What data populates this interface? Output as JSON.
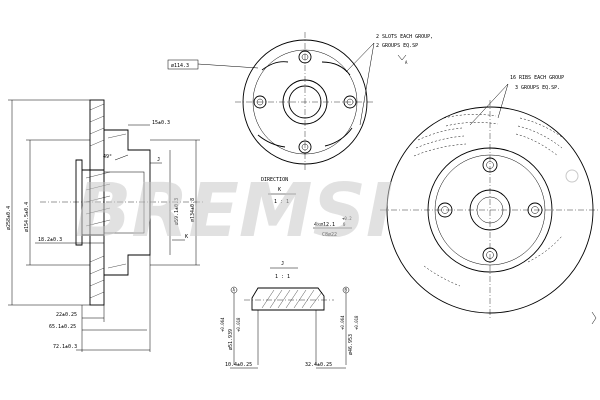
{
  "brand": "BREMSI",
  "section_view": {
    "dims": {
      "outer_diameter": "ø258±0.4",
      "hub_diameter": "ø154.5±0.4",
      "offset_top": "15±0.3",
      "angle": "49°",
      "bore_diameter": "ø59.1±0.3",
      "outer_seat": "ø134±0.8",
      "height_inner": "18.2±0.3",
      "thickness": "22±0.25",
      "height_mid": "65.1±0.25",
      "height_total": "72.1±0.3",
      "label_j": "J",
      "label_k": "K"
    }
  },
  "front_view": {
    "bolt_circle": "ø114.3",
    "slots_note_line1": "2 SLOTS EACH GROUP,",
    "slots_note_line2": "2 GROUPS EQ.SP",
    "direction_label": "DIRECTION",
    "direction_k": "K",
    "direction_scale": "1 : 1",
    "holes_spec": "4xø12.1",
    "holes_tol_upper": "+0.2",
    "holes_tol_lower": "0",
    "chamfer": "C8ø22",
    "label_a": "A"
  },
  "detail_j": {
    "title": "J",
    "scale": "1 : 1",
    "dim_left": "ø51.939",
    "dim_left_tol_upper": "+0.064",
    "dim_left_tol_lower": "+0.018",
    "dim_right": "ø46.953",
    "dim_right_tol_upper": "+0.064",
    "dim_right_tol_lower": "+0.018",
    "dim_bottom_left": "10.4±0.25",
    "dim_bottom_right": "32.4±0.25",
    "marker_a": "A",
    "marker_b": "B"
  },
  "side_view": {
    "ribs_note_line1": "16 RIBS EACH GROUP",
    "ribs_note_line2": "3 GROUPS EQ.SP."
  }
}
